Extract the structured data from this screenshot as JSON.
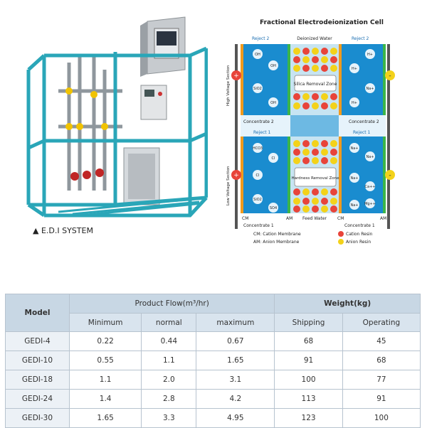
{
  "photo": {
    "caption": "▲ E.D.I SYSTEM"
  },
  "diagram": {
    "title": "Fractional Electrodeionization Cell",
    "top_labels": {
      "reject2_left": "Reject 2",
      "deionized": "Deionized Water",
      "reject2_right": "Reject 2"
    },
    "side_labels": {
      "high": "High Voltage Section",
      "low": "Low Voltage Section"
    },
    "upper_ions_left": [
      "OH",
      "OH",
      "SiO2",
      "OH"
    ],
    "upper_ions_right": [
      "H+",
      "H+",
      "Na+",
      "H+"
    ],
    "upper_zone": "Silica Removal Zone",
    "concentrate2_left": "Concentrate 2",
    "concentrate2_right": "Concentrate 2",
    "reject1_left": "Reject 1",
    "reject1_right": "Reject 1",
    "lower_ions_left": [
      "HCO3",
      "Cl",
      "Cl",
      "SiO2",
      "SO4"
    ],
    "lower_ions_right": [
      "Na+",
      "Na+",
      "Na+",
      "Ca++",
      "Mg++",
      "Na+"
    ],
    "lower_zone": "Hardness Removal Zone",
    "bottom_labels": {
      "cm_left": "CM",
      "am_left": "AM",
      "feed": "Feed Water",
      "cm_right": "CM",
      "am_right": "AM"
    },
    "concentrate1_left": "Concentrate 1",
    "concentrate1_right": "Concentrate 1",
    "legend": {
      "cm": "CM: Cation Membrane",
      "am": "AM: Anion Membrane",
      "cation": "Cation Resin",
      "anion": "Anion Resin"
    },
    "plus": "+",
    "minus": "-"
  },
  "table": {
    "model_header": "Model",
    "flow_header": "Product Flow(m³/hr)",
    "weight_header": "Weight(kg)",
    "sub_headers": [
      "Minimum",
      "normal",
      "maximum",
      "Shipping",
      "Operating"
    ],
    "rows": [
      [
        "GEDI-4",
        "0.22",
        "0.44",
        "0.67",
        "68",
        "45"
      ],
      [
        "GEDI-10",
        "0.55",
        "1.1",
        "1.65",
        "91",
        "68"
      ],
      [
        "GEDI-18",
        "1.1",
        "2.0",
        "3.1",
        "100",
        "77"
      ],
      [
        "GEDI-24",
        "1.4",
        "2.8",
        "4.2",
        "113",
        "91"
      ],
      [
        "GEDI-30",
        "1.65",
        "3.3",
        "4.95",
        "123",
        "100"
      ]
    ]
  },
  "colors": {
    "frame": "#2aa6b8",
    "table_header": "#c8d7e4",
    "resin_cation": "#e8443a",
    "resin_anion": "#f3d21a",
    "channel": "#1a8ccf"
  }
}
